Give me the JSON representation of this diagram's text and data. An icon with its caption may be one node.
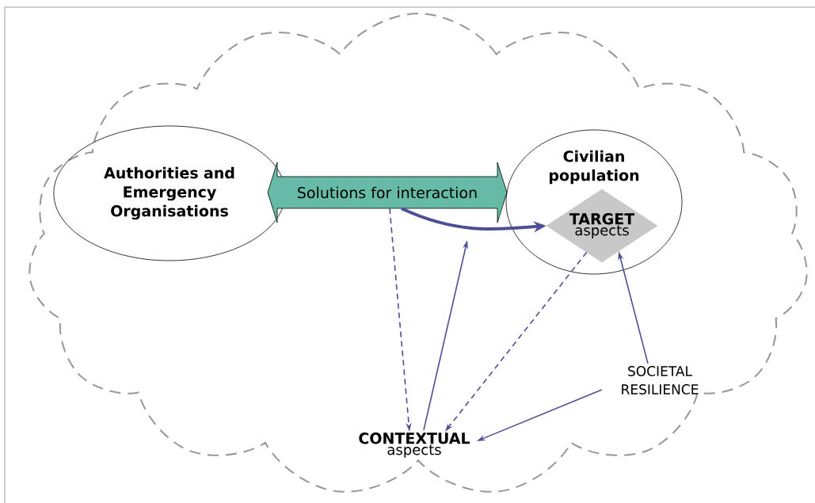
{
  "diagram": {
    "nodes": [
      {
        "text": [],
        "shape": "cloud"
      },
      {
        "text": [
          "Authorities and Emergency Organisations"
        ],
        "in": 0
      },
      {
        "text": [
          "Solutions for interaction"
        ],
        "in": 0
      },
      {
        "text": [
          "Civilian population"
        ],
        "in": 0
      },
      {
        "text": [
          "TARGET",
          "aspects"
        ],
        "in": 3
      },
      {
        "text": [
          "CONTEXTUAL",
          "aspects"
        ],
        "in": 0
      },
      {
        "text": [
          "SOCIETAL RESILIENCE"
        ],
        "in": 0
      }
    ],
    "edges": [
      {
        "from": 2,
        "to": 4,
        "arrow": "to",
        "style": "thick"
      },
      {
        "from": 2,
        "to": 5,
        "arrow": "to",
        "style": "dashed"
      },
      {
        "from": 5,
        "to": 2,
        "arrow": "to"
      },
      {
        "from": 4,
        "to": 5,
        "arrow": "to",
        "style": "dashed"
      },
      {
        "from": 6,
        "to": 4,
        "arrow": "to"
      },
      {
        "from": 6,
        "to": 5,
        "arrow": "to"
      }
    ]
  }
}
